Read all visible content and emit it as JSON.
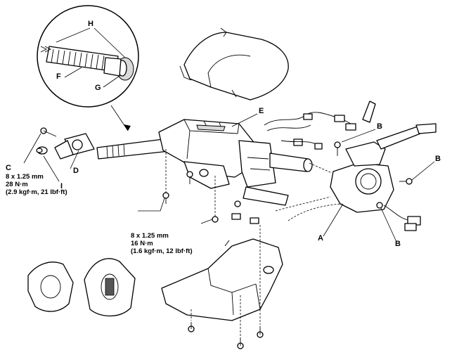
{
  "labels": {
    "A": "A",
    "B": "B",
    "C": "C",
    "D": "D",
    "E": "E",
    "F": "F",
    "G": "G",
    "H": "H",
    "I": "I"
  },
  "torque_c": {
    "line1": "8 x 1.25 mm",
    "line2": "28 N·m",
    "line3": "(2.9 kgf·m, 21 lbf·ft)"
  },
  "torque_mid": {
    "line1": "8 x 1.25 mm",
    "line2": "16 N·m",
    "line3": "(1.6 kgf·m, 12 lbf·ft)"
  }
}
